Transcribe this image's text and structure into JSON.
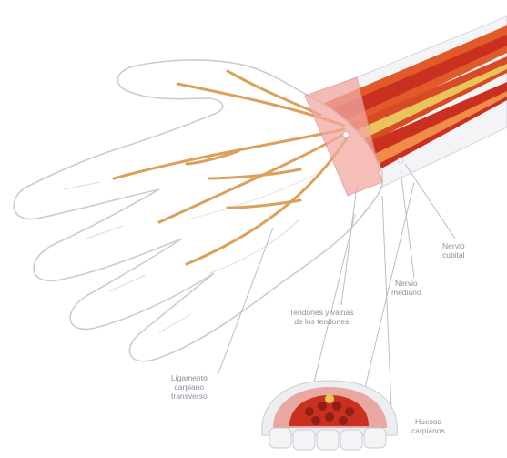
{
  "colors": {
    "hand_fill": "#ffffff",
    "hand_outline": "#c9ccd3",
    "nerve": "#dca05a",
    "forearm_red": "#c9301f",
    "forearm_orange": "#e05a2a",
    "ligament_pink": "#f2a9a2",
    "leader_line": "#b8bec8",
    "label_text": "#8a8f9a"
  },
  "labels": {
    "ulnar_nerve": [
      "Nervio",
      "cubital"
    ],
    "median_nerve": [
      "Nervio",
      "mediano"
    ],
    "flexor_tendons": [
      "Tendones y vainas",
      "de los tendones"
    ],
    "transverse_ligament": [
      "Ligamento",
      "carpiano",
      "transverso"
    ],
    "carpal_bones": [
      "Huesos",
      "carpianos"
    ]
  }
}
